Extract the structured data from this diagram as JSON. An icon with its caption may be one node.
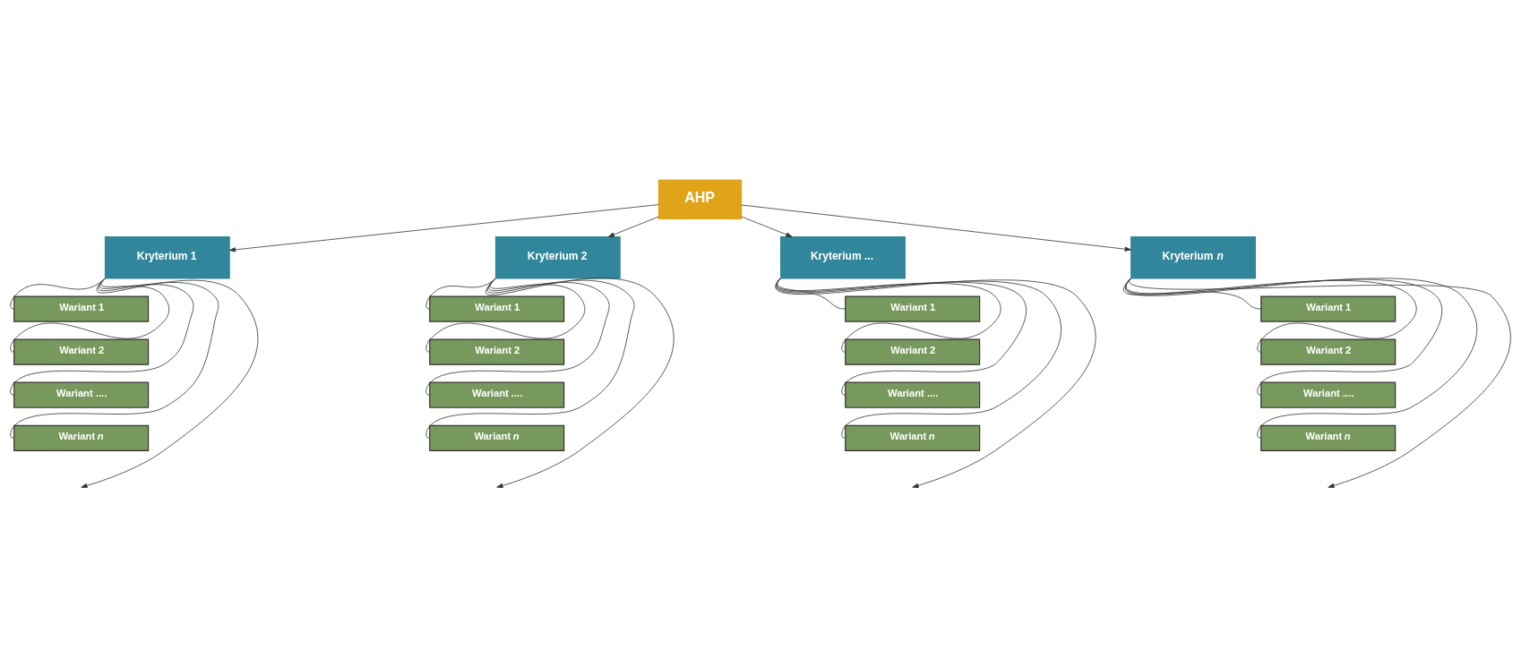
{
  "diagram": {
    "nodes": [
      {
        "text": [
          "AHP"
        ]
      },
      {
        "text": [
          "Kryterium 1"
        ]
      },
      {
        "text": [
          "Wariant 1"
        ]
      },
      {
        "text": [
          "Wariant 2"
        ]
      },
      {
        "text": [
          "Wariant ...."
        ]
      },
      {
        "text": [
          "Wariant *n*"
        ]
      },
      {
        "text": [
          "Kryterium 2"
        ]
      },
      {
        "text": [
          "Wariant 1"
        ]
      },
      {
        "text": [
          "Wariant 2"
        ]
      },
      {
        "text": [
          "Wariant ...."
        ]
      },
      {
        "text": [
          "Wariant *n*"
        ]
      },
      {
        "text": [
          "Kryterium ..."
        ]
      },
      {
        "text": [
          "Wariant 1"
        ]
      },
      {
        "text": [
          "Wariant 2"
        ]
      },
      {
        "text": [
          "Wariant ...."
        ]
      },
      {
        "text": [
          "Wariant *n*"
        ]
      },
      {
        "text": [
          "Kryterium *n*"
        ]
      },
      {
        "text": [
          "Wariant 1"
        ]
      },
      {
        "text": [
          "Wariant 2"
        ]
      },
      {
        "text": [
          "Wariant ...."
        ]
      },
      {
        "text": [
          "Wariant *n*"
        ]
      }
    ],
    "edges": [
      {
        "from": 0,
        "to": 1,
        "arrow": "to"
      },
      {
        "from": 0,
        "to": 6,
        "arrow": "to"
      },
      {
        "from": 0,
        "to": 11,
        "arrow": "to"
      },
      {
        "from": 0,
        "to": 16,
        "arrow": "to"
      },
      {
        "from": 1,
        "to": 2,
        "arrow": "none"
      },
      {
        "from": 1,
        "to": 3,
        "arrow": "none"
      },
      {
        "from": 1,
        "to": 4,
        "arrow": "none"
      },
      {
        "from": 1,
        "to": 5,
        "arrow": "none"
      },
      {
        "from": 1,
        "to": null,
        "arrow": "to"
      },
      {
        "from": 6,
        "to": 7,
        "arrow": "none"
      },
      {
        "from": 6,
        "to": 8,
        "arrow": "none"
      },
      {
        "from": 6,
        "to": 9,
        "arrow": "none"
      },
      {
        "from": 6,
        "to": 10,
        "arrow": "none"
      },
      {
        "from": 6,
        "to": null,
        "arrow": "to"
      },
      {
        "from": 11,
        "to": 12,
        "arrow": "none"
      },
      {
        "from": 11,
        "to": 13,
        "arrow": "none"
      },
      {
        "from": 11,
        "to": 14,
        "arrow": "none"
      },
      {
        "from": 11,
        "to": 15,
        "arrow": "none"
      },
      {
        "from": 11,
        "to": null,
        "arrow": "to"
      },
      {
        "from": 16,
        "to": 17,
        "arrow": "none"
      },
      {
        "from": 16,
        "to": 18,
        "arrow": "none"
      },
      {
        "from": 16,
        "to": 19,
        "arrow": "none"
      },
      {
        "from": 16,
        "to": 20,
        "arrow": "none"
      },
      {
        "from": 16,
        "to": null,
        "arrow": "to"
      }
    ]
  }
}
